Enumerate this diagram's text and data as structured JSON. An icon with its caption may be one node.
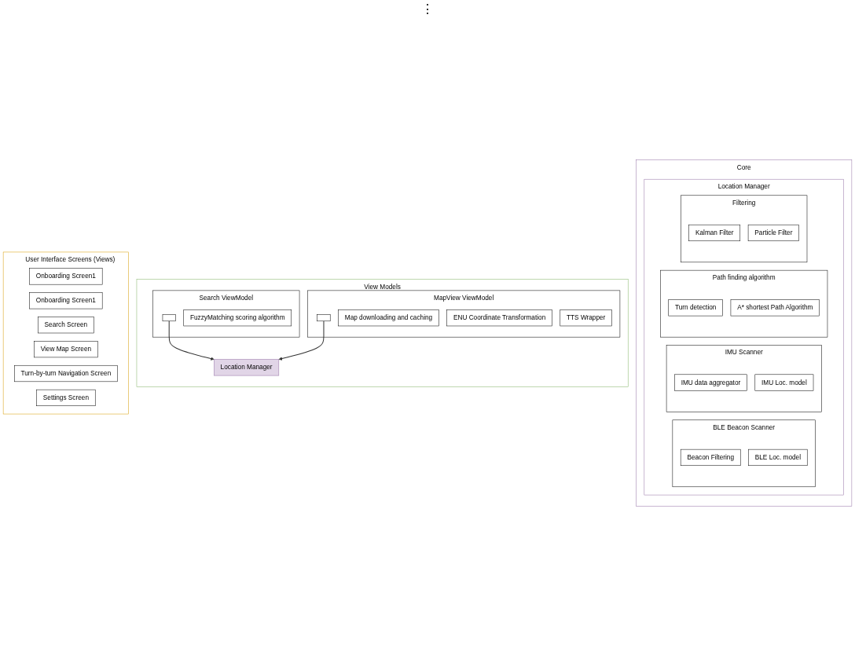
{
  "diagram": {
    "nodes": [
      {
        "text": [
          "User Interface Screens (Views)"
        ]
      },
      {
        "text": [
          "Onboarding Screen1"
        ],
        "in": 0
      },
      {
        "text": [
          "Onboarding Screen1"
        ],
        "in": 0
      },
      {
        "text": [
          "Search Screen"
        ],
        "in": 0
      },
      {
        "text": [
          "View Map Screen"
        ],
        "in": 0
      },
      {
        "text": [
          "Turn-by-turn Navigation Screen"
        ],
        "in": 0
      },
      {
        "text": [
          "Settings Screen"
        ],
        "in": 0
      },
      {
        "text": [
          "View Models"
        ]
      },
      {
        "text": [
          "Search ViewModel"
        ],
        "in": 7
      },
      {
        "text": [
          "FuzzyMatching scoring algorithm"
        ],
        "in": 8
      },
      {
        "text": [],
        "shape": "box",
        "in": 8
      },
      {
        "text": [
          "Location Manager"
        ],
        "in": 7
      },
      {
        "text": [
          "MapView ViewModel"
        ],
        "in": 7
      },
      {
        "text": [],
        "shape": "box",
        "in": 12
      },
      {
        "text": [
          "Map downloading and caching"
        ],
        "in": 12
      },
      {
        "text": [
          "ENU Coordinate Transformation"
        ],
        "in": 12
      },
      {
        "text": [
          "TTS Wrapper"
        ],
        "in": 12
      },
      {
        "text": [
          "Core"
        ]
      },
      {
        "text": [
          "Location Manager"
        ],
        "in": 17
      },
      {
        "text": [
          "BLE Beacon Scanner"
        ],
        "in": 18
      },
      {
        "text": [
          "Beacon Filtering"
        ],
        "in": 19
      },
      {
        "text": [
          "BLE Loc. model"
        ],
        "in": 19
      },
      {
        "text": [
          "IMU Scanner"
        ],
        "in": 18
      },
      {
        "text": [
          "IMU data aggregator"
        ],
        "in": 22
      },
      {
        "text": [
          "IMU Loc. model"
        ],
        "in": 22
      },
      {
        "text": [
          "Path finding algorithm"
        ],
        "in": 18
      },
      {
        "text": [
          "Turn detection"
        ],
        "in": 25
      },
      {
        "text": [
          "A* shortest Path Algorithm"
        ],
        "in": 25
      },
      {
        "text": [
          "Filtering"
        ],
        "in": 18
      },
      {
        "text": [
          "Kalman Filter"
        ],
        "in": 28
      },
      {
        "text": [
          "Particle Filter"
        ],
        "in": 28
      }
    ],
    "edges": [
      {
        "from": 10,
        "to": 11,
        "arrow": "to"
      },
      {
        "from": 13,
        "to": 11,
        "arrow": "to"
      }
    ],
    "labels": [
      "⋮"
    ]
  }
}
